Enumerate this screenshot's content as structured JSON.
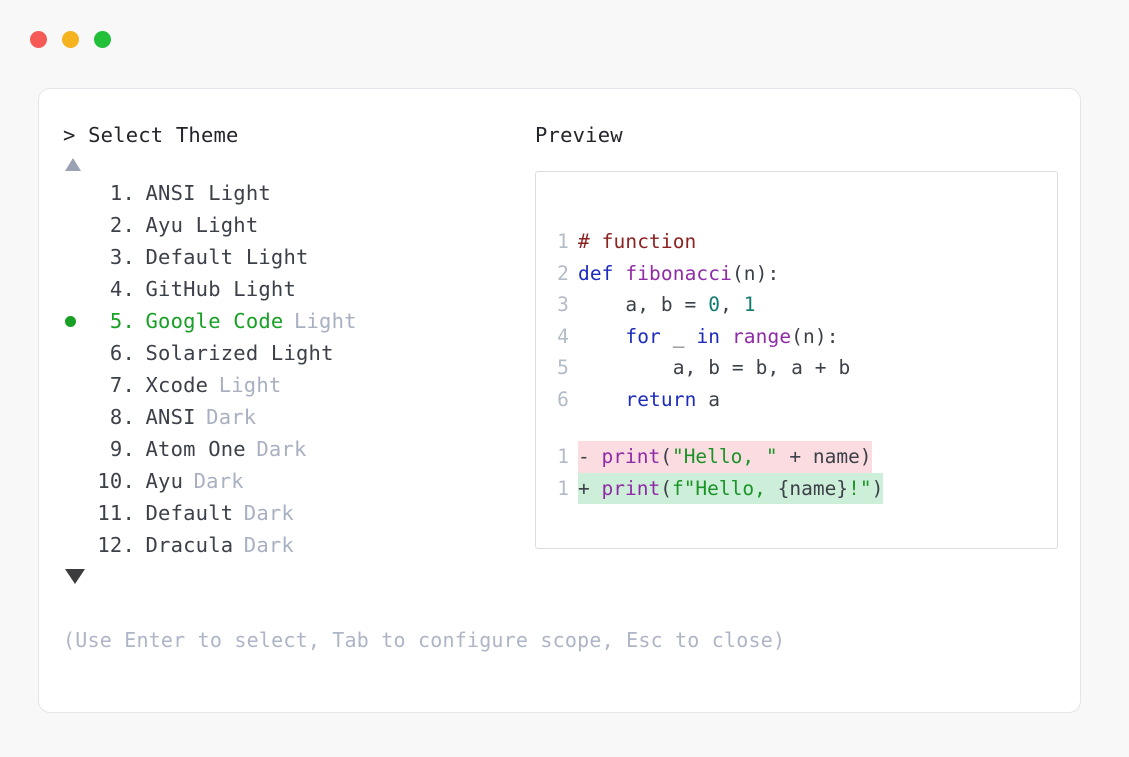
{
  "window": {
    "traffic_lights": [
      {
        "name": "close",
        "color": "#f65a56"
      },
      {
        "name": "minimize",
        "color": "#f5b320"
      },
      {
        "name": "maximize",
        "color": "#22bf39"
      }
    ]
  },
  "prompt": {
    "caret": ">",
    "title": "Select Theme"
  },
  "scroll": {
    "up_indicator": "▲",
    "down_indicator": "▼"
  },
  "themes": {
    "selected_index": 5,
    "items": [
      {
        "index": "1.",
        "name": "ANSI Light",
        "variant": "",
        "selected": false
      },
      {
        "index": "2.",
        "name": "Ayu Light",
        "variant": "",
        "selected": false
      },
      {
        "index": "3.",
        "name": "Default Light",
        "variant": "",
        "selected": false
      },
      {
        "index": "4.",
        "name": "GitHub Light",
        "variant": "",
        "selected": false
      },
      {
        "index": "5.",
        "name": "Google Code",
        "variant": "Light",
        "selected": true
      },
      {
        "index": "6.",
        "name": "Solarized Light",
        "variant": "",
        "selected": false
      },
      {
        "index": "7.",
        "name": "Xcode",
        "variant": "Light",
        "selected": false
      },
      {
        "index": "8.",
        "name": "ANSI",
        "variant": "Dark",
        "selected": false
      },
      {
        "index": "9.",
        "name": "Atom One",
        "variant": "Dark",
        "selected": false
      },
      {
        "index": "10.",
        "name": "Ayu",
        "variant": "Dark",
        "selected": false
      },
      {
        "index": "11.",
        "name": "Default",
        "variant": "Dark",
        "selected": false
      },
      {
        "index": "12.",
        "name": "Dracula",
        "variant": "Dark",
        "selected": false
      }
    ]
  },
  "preview": {
    "label": "Preview",
    "code_lines": [
      {
        "number": "1",
        "tokens": [
          {
            "text": "# function",
            "type": "comment"
          }
        ]
      },
      {
        "number": "2",
        "tokens": [
          {
            "text": "def ",
            "type": "kw"
          },
          {
            "text": "fibonacci",
            "type": "fn"
          },
          {
            "text": "(n):",
            "type": "punct"
          }
        ]
      },
      {
        "number": "3",
        "tokens": [
          {
            "text": "    a, b = ",
            "type": "plain"
          },
          {
            "text": "0",
            "type": "num"
          },
          {
            "text": ", ",
            "type": "plain"
          },
          {
            "text": "1",
            "type": "num"
          }
        ]
      },
      {
        "number": "4",
        "tokens": [
          {
            "text": "    ",
            "type": "plain"
          },
          {
            "text": "for",
            "type": "kw"
          },
          {
            "text": " _ ",
            "type": "plain"
          },
          {
            "text": "in",
            "type": "kw"
          },
          {
            "text": " ",
            "type": "plain"
          },
          {
            "text": "range",
            "type": "fn"
          },
          {
            "text": "(n):",
            "type": "punct"
          }
        ]
      },
      {
        "number": "5",
        "tokens": [
          {
            "text": "        a, b = b, a + b",
            "type": "plain"
          }
        ]
      },
      {
        "number": "6",
        "tokens": [
          {
            "text": "    ",
            "type": "plain"
          },
          {
            "text": "return",
            "type": "kw"
          },
          {
            "text": " a",
            "type": "plain"
          }
        ]
      }
    ],
    "diff_lines": [
      {
        "number": "1",
        "marker": "-",
        "kind": "remove",
        "tokens": [
          {
            "text": "print",
            "type": "fn"
          },
          {
            "text": "(",
            "type": "punct"
          },
          {
            "text": "\"Hello, \"",
            "type": "str"
          },
          {
            "text": " + name)",
            "type": "plain"
          }
        ]
      },
      {
        "number": "1",
        "marker": "+",
        "kind": "add",
        "tokens": [
          {
            "text": "print",
            "type": "fn"
          },
          {
            "text": "(",
            "type": "punct"
          },
          {
            "text": "f\"Hello, ",
            "type": "str"
          },
          {
            "text": "{name}",
            "type": "plain"
          },
          {
            "text": "!\"",
            "type": "str"
          },
          {
            "text": ")",
            "type": "punct"
          }
        ]
      }
    ]
  },
  "footer": {
    "hint": "(Use Enter to select, Tab to configure scope, Esc to close)"
  }
}
